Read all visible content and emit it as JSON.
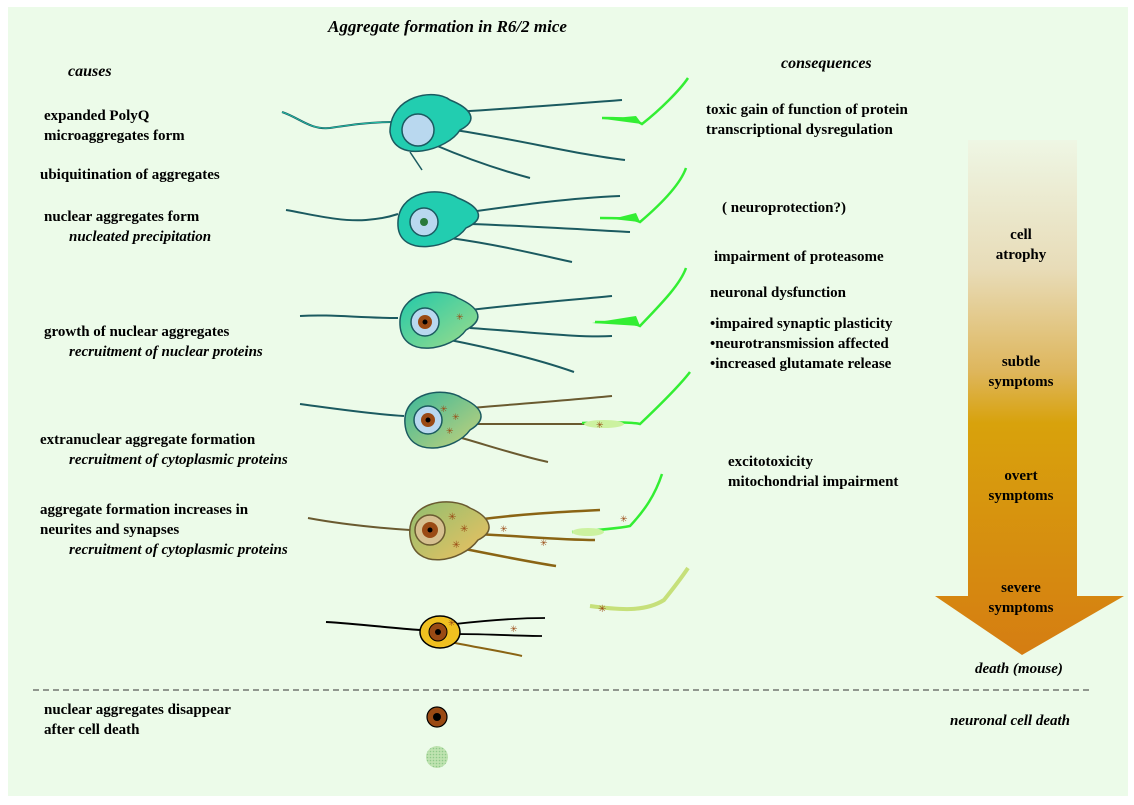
{
  "title": "Aggregate formation in R6/2 mice",
  "headers": {
    "causes": "causes",
    "consequences": "consequences"
  },
  "causes": [
    {
      "line1": "expanded PolyQ",
      "line2": "microaggregates form",
      "italic": ""
    },
    {
      "line1": "ubiquitination of aggregates"
    },
    {
      "line1": "nuclear aggregates form",
      "italic": "nucleated precipitation"
    },
    {
      "line1": "growth of nuclear aggregates",
      "italic": "recruitment of  nuclear proteins"
    },
    {
      "line1": "extranuclear aggregate formation",
      "italic": "recruitment  of  cytoplasmic proteins"
    },
    {
      "line1": "aggregate formation increases in",
      "line2": "neurites and synapses",
      "italic": "recruitment  of  cytoplasmic proteins"
    },
    {
      "line1": "nuclear aggregates disappear",
      "line2": "after cell death"
    }
  ],
  "consequences": {
    "c1": "toxic gain of function of protein",
    "c2": "transcriptional dysregulation",
    "c3": "( neuroprotection?)",
    "c4": "impairment of proteasome",
    "c5": "neuronal dysfunction",
    "c6": "•impaired synaptic plasticity",
    "c7": "•neurotransmission affected",
    "c8": "•increased glutamate release",
    "c9": "excitotoxicity",
    "c10": "mitochondrial impairment"
  },
  "progression": {
    "stage1": "cell\natrophy",
    "stage2": "subtle\nsymptoms",
    "stage3": "overt\nsymptoms",
    "stage4": "severe\nsymptoms",
    "end": "death (mouse)"
  },
  "bottom": {
    "right": "neuronal cell death"
  },
  "colors": {
    "background": "#ecfbe9",
    "cell_teal": "#22cdb0",
    "axon_green": "#33ee33",
    "aggregate_brown": "#9a4a14",
    "arrow_top": "#f2f7e6",
    "arrow_bottom": "#d98a1a"
  }
}
